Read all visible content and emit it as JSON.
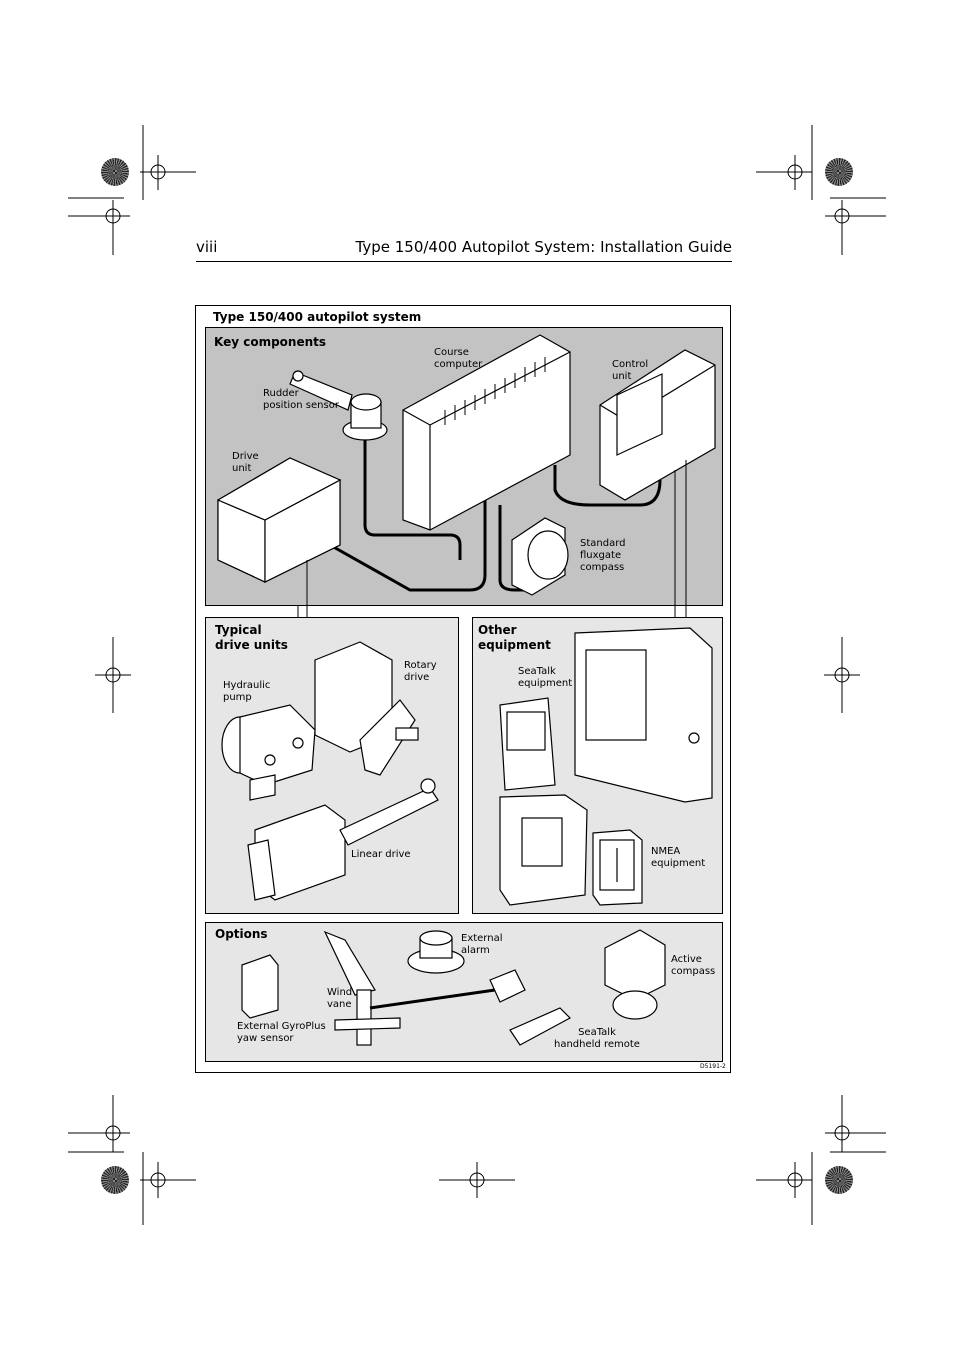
{
  "header": {
    "page_number": "viii",
    "title": "Type 150/400 Autopilot System: Installation Guide"
  },
  "figure": {
    "title": "Type 150/400 autopilot system",
    "key_components": {
      "heading": "Key components",
      "course_computer": "Course\ncomputer",
      "control_unit": "Control\nunit",
      "rudder_sensor": "Rudder\nposition sensor",
      "drive_unit": "Drive\nunit",
      "fluxgate": "Standard\nfluxgate\ncompass"
    },
    "drive_units": {
      "heading": "Typical\ndrive units",
      "rotary": "Rotary\ndrive",
      "hydraulic": "Hydraulic\npump",
      "linear": "Linear drive"
    },
    "other_equipment": {
      "heading": "Other\nequipment",
      "seatalk": "SeaTalk\nequipment",
      "nmea": "NMEA\nequipment"
    },
    "options": {
      "heading": "Options",
      "alarm": "External\nalarm",
      "active_compass": "Active\ncompass",
      "wind_vane": "Wind\nvane",
      "gyroplus": "External GyroPlus\nyaw sensor",
      "remote": "SeaTalk\nhandheld remote"
    },
    "figure_code": "D5191-2"
  },
  "colors": {
    "key_panel": "#c3c3c3",
    "sub_panel": "#e6e6e6"
  }
}
